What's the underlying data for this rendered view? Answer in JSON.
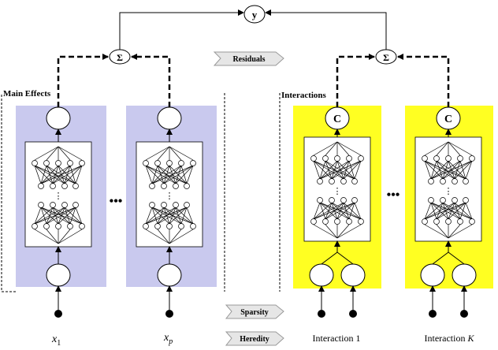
{
  "output_node": {
    "label": "y"
  },
  "sum_symbol": "Σ",
  "center_label": "C",
  "sections": {
    "main_effects": {
      "title": "Main Effects"
    },
    "interactions": {
      "title": "Interactions"
    }
  },
  "badges": {
    "residuals": "Residuals",
    "sparsity": "Sparsity",
    "heredity": "Heredity"
  },
  "inputs": {
    "x1": {
      "var": "x",
      "sub": "1"
    },
    "xp": {
      "var": "x",
      "sub": "p"
    },
    "interaction_1": "Interaction 1",
    "interaction_k": {
      "text": "Interaction ",
      "k": "K"
    }
  },
  "ellipsis": "•••",
  "vertical_ellipsis": "⋮",
  "colors": {
    "main_effect_box": "#c9c9ee",
    "interaction_box": "#ffff22",
    "network_box": "#ffffff",
    "stroke": "#000000"
  },
  "icons": [
    "sum-icon",
    "center-icon",
    "neuron-icon",
    "input-dot-icon",
    "arrow-icon"
  ]
}
